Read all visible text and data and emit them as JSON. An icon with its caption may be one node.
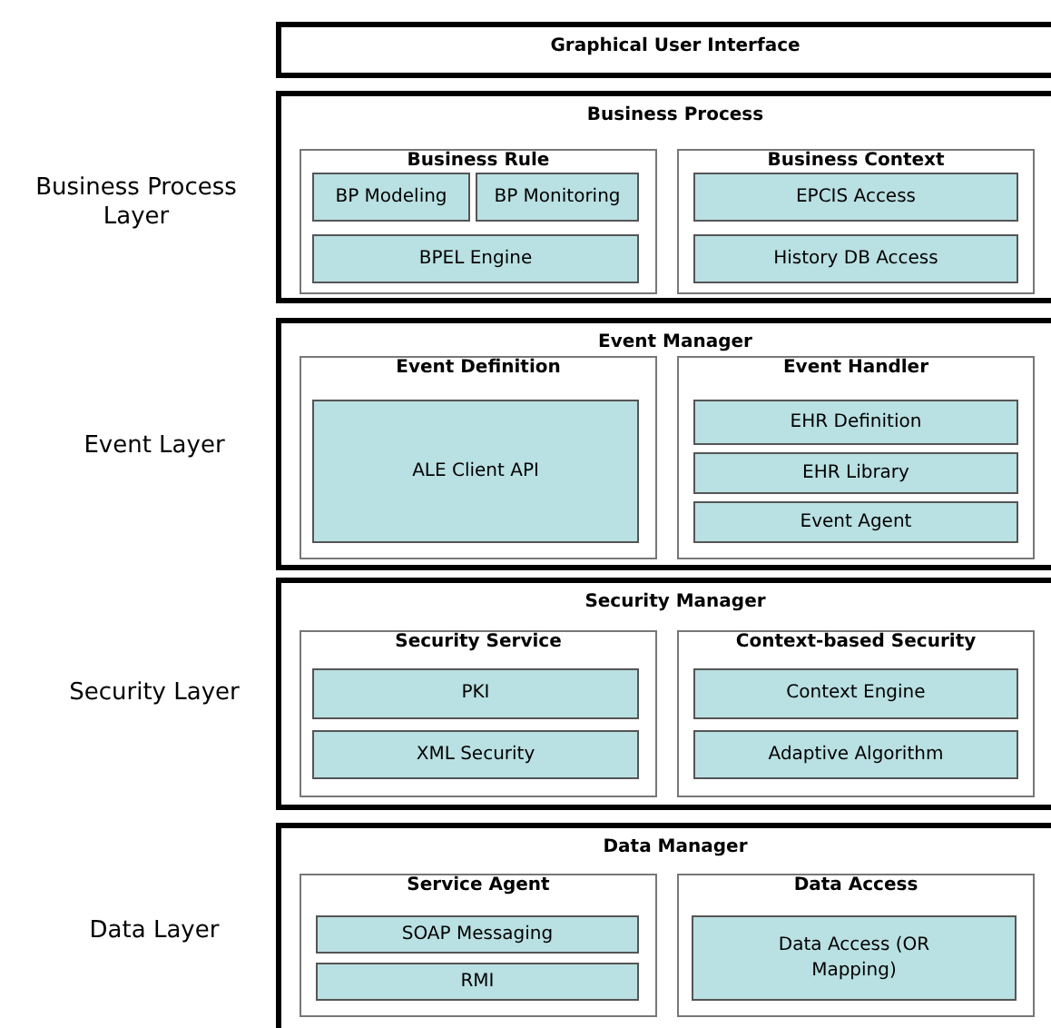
{
  "diagram": {
    "nodes": [
      {
        "text": [
          "Graphical User Interface"
        ]
      },
      {
        "text": [
          "Business Process"
        ]
      },
      {
        "text": [
          "Business Rule"
        ],
        "in": 1
      },
      {
        "text": [
          "BP Modeling"
        ],
        "in": 2
      },
      {
        "text": [
          "BP Monitoring"
        ],
        "in": 2
      },
      {
        "text": [
          "BPEL Engine"
        ],
        "in": 2
      },
      {
        "text": [
          "Business Context"
        ],
        "in": 1
      },
      {
        "text": [
          "EPCIS Access"
        ],
        "in": 6
      },
      {
        "text": [
          "History DB Access"
        ],
        "in": 6
      },
      {
        "text": [
          "Event Manager"
        ]
      },
      {
        "text": [
          "Event Definition"
        ],
        "in": 9
      },
      {
        "text": [
          "ALE Client API"
        ],
        "in": 10
      },
      {
        "text": [
          "Event Handler"
        ],
        "in": 9
      },
      {
        "text": [
          "EHR Definition"
        ],
        "in": 12
      },
      {
        "text": [
          "EHR Library"
        ],
        "in": 12
      },
      {
        "text": [
          "Event Agent"
        ],
        "in": 12
      },
      {
        "text": [
          "Security Manager"
        ]
      },
      {
        "text": [
          "Security Service"
        ],
        "in": 16
      },
      {
        "text": [
          "PKI"
        ],
        "in": 17
      },
      {
        "text": [
          "XML Security"
        ],
        "in": 17
      },
      {
        "text": [
          "Context-based Security"
        ],
        "in": 16
      },
      {
        "text": [
          "Context Engine"
        ],
        "in": 20
      },
      {
        "text": [
          "Adaptive Algorithm"
        ],
        "in": 20
      },
      {
        "text": [
          "Data Manager"
        ]
      },
      {
        "text": [
          "Service Agent"
        ],
        "in": 23
      },
      {
        "text": [
          "SOAP Messaging"
        ],
        "in": 24
      },
      {
        "text": [
          "RMI"
        ],
        "in": 24
      },
      {
        "text": [
          "Data Access"
        ],
        "in": 23
      },
      {
        "text": [
          "Data Access (OR Mapping)"
        ],
        "in": 27
      }
    ],
    "labels": [
      "Business Process Layer",
      "Event Layer",
      "Security Layer",
      "Data Layer"
    ]
  }
}
